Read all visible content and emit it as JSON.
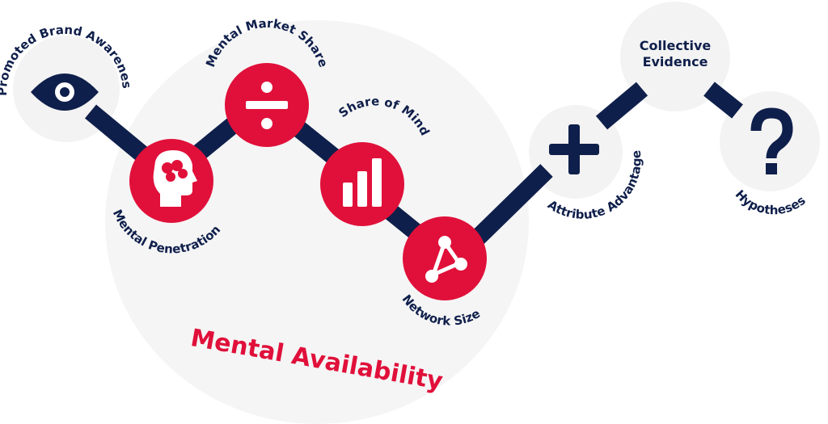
{
  "colors": {
    "accent": "#e0103a",
    "navy": "#0f1f4b",
    "halo": "#f4f4f4"
  },
  "title": "Mental Availability",
  "nodes": {
    "promoted_brand_awareness": {
      "label": "Promoted Brand Awareness",
      "icon": "eye-icon"
    },
    "mental_penetration": {
      "label": "Mental Penetration",
      "icon": "brain-head-icon"
    },
    "mental_market_share": {
      "label": "Mental Market Share",
      "icon": "divide-icon"
    },
    "share_of_mind": {
      "label": "Share of Mind",
      "icon": "bar-chart-icon"
    },
    "network_size": {
      "label": "Network Size",
      "icon": "network-icon"
    },
    "attribute_advantage": {
      "label": "Attribute Advantage",
      "icon": "plus-icon"
    },
    "collective_evidence": {
      "label_line1": "Collective",
      "label_line2": "Evidence"
    },
    "hypotheses": {
      "label": "Hypotheses",
      "icon": "question-icon"
    }
  }
}
